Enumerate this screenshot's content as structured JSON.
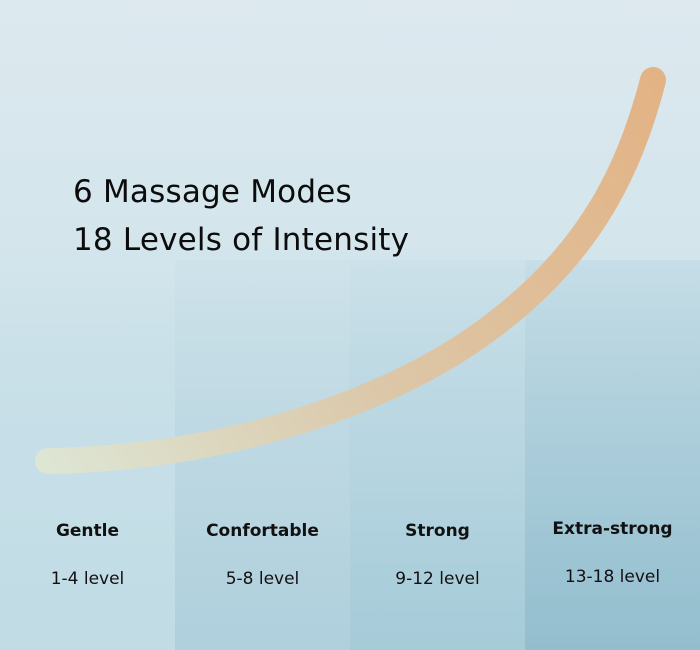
{
  "headline": {
    "line1": "6 Massage Modes",
    "line2": "18 Levels of Intensity"
  },
  "levels": [
    {
      "name": "Gentle",
      "range": "1-4 level"
    },
    {
      "name": "Confortable",
      "range": "5-8 level"
    },
    {
      "name": "Strong",
      "range": "9-12 level"
    },
    {
      "name": "Extra-strong",
      "range": "13-18 level"
    }
  ],
  "colors": {
    "curve_start": "#dce4d2",
    "curve_end": "#e2b488",
    "background_top": "#dde9ef",
    "background_bottom": "#aacfdb",
    "text": "#0c0c0c"
  }
}
